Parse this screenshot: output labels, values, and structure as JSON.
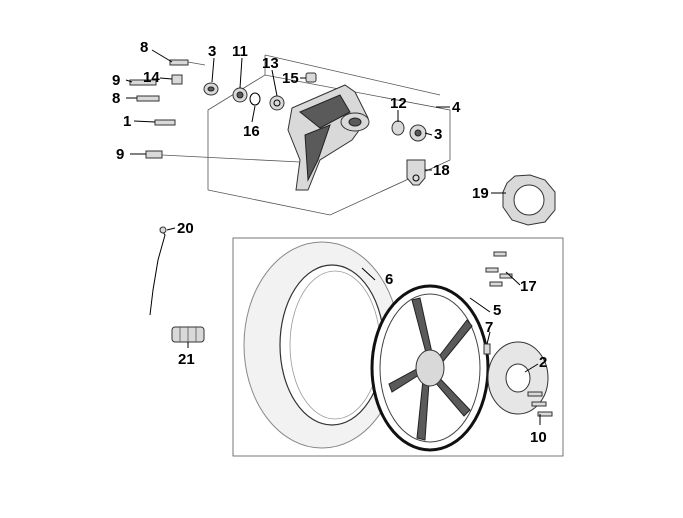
{
  "callouts": {
    "c1": "1",
    "c2": "2",
    "c3a": "3",
    "c3b": "3",
    "c4": "4",
    "c5": "5",
    "c6": "6",
    "c7": "7",
    "c8a": "8",
    "c8b": "8",
    "c9a": "9",
    "c9b": "9",
    "c10": "10",
    "c11": "11",
    "c12": "12",
    "c13": "13",
    "c14": "14",
    "c15": "15",
    "c16": "16",
    "c17": "17",
    "c18": "18",
    "c19": "19",
    "c20": "20",
    "c21": "21"
  },
  "colors": {
    "line": "#000000",
    "part_fill": "#d9d9d9",
    "tire_fill": "#f2f2f2",
    "dark_part": "#5a5a5a"
  }
}
